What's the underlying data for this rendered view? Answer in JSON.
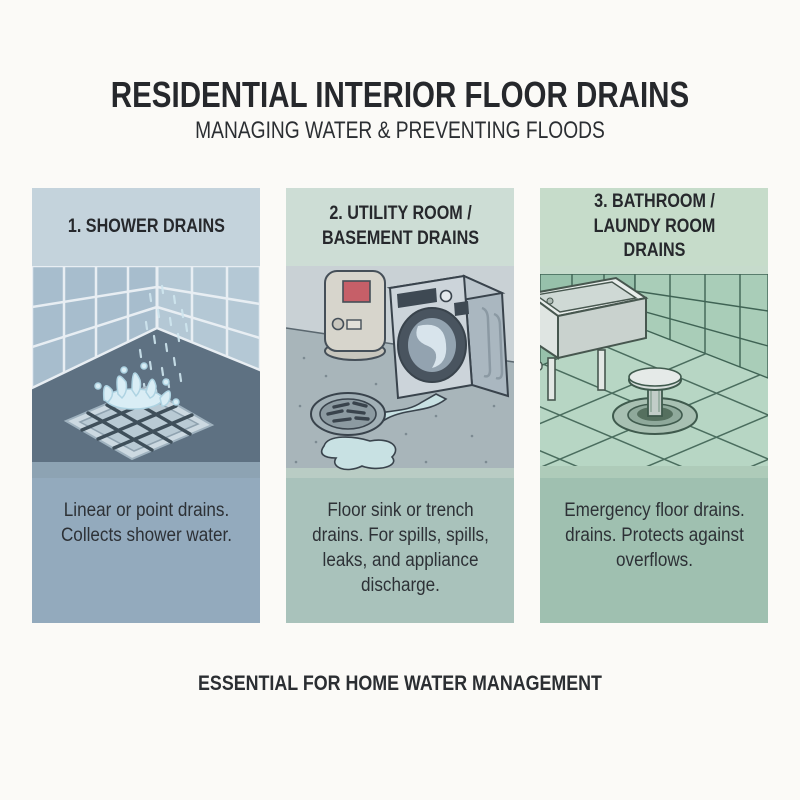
{
  "page": {
    "title": "RESIDENTIAL INTERIOR FLOOR DRAINS",
    "subtitle": "MANAGING WATER & PREVENTING FLOODS",
    "footer": "ESSENTIAL FOR HOME WATER MANAGEMENT",
    "background": "#fbfaf7",
    "text_color": "#26282c"
  },
  "panels": [
    {
      "title": "1. SHOWER DRAINS",
      "caption": "Linear or point drains. Collects shower water.",
      "header_bg": "#c4d3dc",
      "caption_bg": "#93aabd",
      "illustration_alt": "tiled shower corner with square floor drain grate, splashing water and falling droplets"
    },
    {
      "title": "2. UTILITY ROOM / BASEMENT DRAINS",
      "caption": "Floor sink or trench drains. For spills, spills, leaks, and appliance discharge.",
      "header_bg": "#cdddd5",
      "caption_bg": "#a9c2bb",
      "illustration_alt": "basement with water heater, washing machine leaking water to a round floor drain with puddle"
    },
    {
      "title": "3. BATHROOM / LAUNDY ROOM DRAINS",
      "caption": "Emergency floor drains. drains. Protects against overflows.",
      "header_bg": "#c6dcca",
      "caption_bg": "#9fc0b0",
      "illustration_alt": "green tiled laundry room with utility sink and raised pop-up emergency floor drain"
    }
  ]
}
